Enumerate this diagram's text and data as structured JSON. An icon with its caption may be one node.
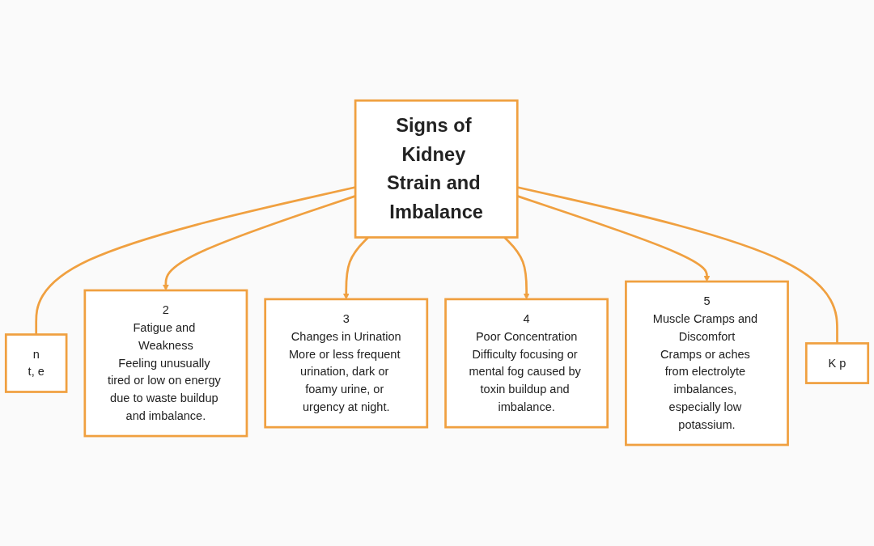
{
  "diagram": {
    "nodes": [
      {
        "text": [
          "Signs of Kidney Strain and Imbalance"
        ]
      },
      {
        "text": [
          "n",
          "t, e"
        ]
      },
      {
        "text": [
          "2",
          "Fatigue and Weakness",
          "Feeling unusually tired or low on energy due to waste buildup and imbalance."
        ]
      },
      {
        "text": [
          "3",
          "Changes in Urination",
          "More or less frequent urination, dark or foamy urine, or urgency at night."
        ]
      },
      {
        "text": [
          "4",
          "Poor Concentration",
          "Difficulty focusing or mental fog caused by toxin buildup and imbalance."
        ]
      },
      {
        "text": [
          "5",
          "Muscle Cramps and Discomfort",
          "Cramps or aches from electrolyte imbalances, especially low potassium."
        ]
      },
      {
        "text": [
          "K p"
        ]
      }
    ],
    "edges": [
      {
        "from": 0,
        "to": 1,
        "arrow": "none"
      },
      {
        "from": 0,
        "to": 2,
        "arrow": "to"
      },
      {
        "from": 0,
        "to": 3,
        "arrow": "to"
      },
      {
        "from": 0,
        "to": 4,
        "arrow": "to"
      },
      {
        "from": 0,
        "to": 5,
        "arrow": "to"
      },
      {
        "from": 0,
        "to": 6,
        "arrow": "none"
      }
    ]
  }
}
